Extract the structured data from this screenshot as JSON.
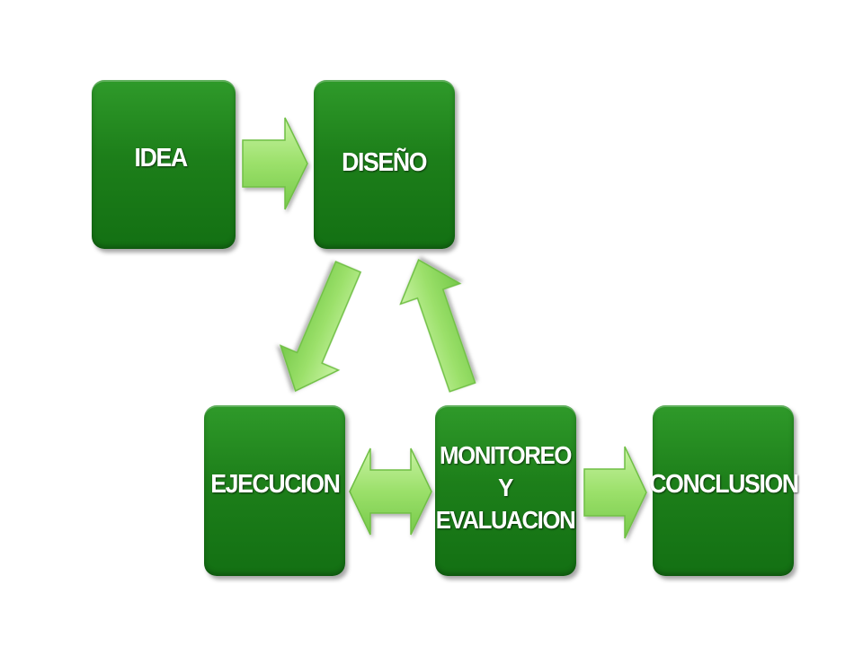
{
  "diagram": {
    "nodes": {
      "idea": "IDEA",
      "diseno": "DISEÑO",
      "ejecucion": "EJECUCION",
      "monitoreo": "MONITOREO\nY\nEVALUACION",
      "conclusion": "CONCLUSION"
    },
    "colors": {
      "box": "#1d7f1a",
      "arrow": "#9be06a",
      "text": "#ffffff"
    }
  }
}
